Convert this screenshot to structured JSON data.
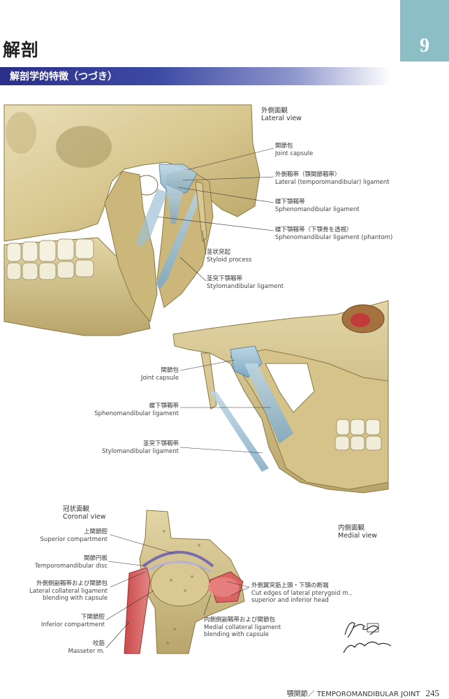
{
  "header": {
    "chapter_title": "解剖",
    "chapter_number": "9",
    "section_title": "解剖学的特徴（つづき）",
    "tab_color": "#8cbfc5",
    "section_bar_color": "#2a2f88"
  },
  "lateral": {
    "view_jp": "外側面観",
    "view_en": "Lateral view",
    "joint_capsule_jp": "関節包",
    "joint_capsule_en": "Joint capsule",
    "lateral_ligament_jp": "外側靱帯（顎関節靱帯）",
    "lateral_ligament_en": "Lateral (temporomandibular) ligament",
    "spheno_jp": "蝶下顎靱帯",
    "spheno_en": "Sphenomandibular ligament",
    "spheno_phantom_jp": "蝶下顎靱帯（下顎骨を透視）",
    "spheno_phantom_en": "Sphenomandibular ligament (phantom)",
    "styloid_jp": "茎状突起",
    "styloid_en": "Styloid process",
    "stylo_jp": "茎突下顎靱帯",
    "stylo_en": "Stylomandibular ligament"
  },
  "medial": {
    "view_jp": "内側面観",
    "view_en": "Medial view",
    "joint_capsule_jp": "関節包",
    "joint_capsule_en": "Joint capsule",
    "spheno_jp": "蝶下顎靱帯",
    "spheno_en": "Sphenomandibular ligament",
    "stylo_jp": "茎突下顎靱帯",
    "stylo_en": "Stylomandibular ligament"
  },
  "coronal": {
    "view_jp": "冠状面観",
    "view_en": "Coronal view",
    "superior_jp": "上関節腔",
    "superior_en": "Superior compartment",
    "disc_jp": "関節円板",
    "disc_en": "Temporomandibular disc",
    "lateral_collateral_jp": "外側側副靱帯および関節包",
    "lateral_collateral_en1": "Lateral collateral ligament",
    "lateral_collateral_en2": "blending with capsule",
    "inferior_jp": "下関節腔",
    "inferior_en": "Inferior compartment",
    "masseter_jp": "咬筋",
    "masseter_en": "Masseter m.",
    "pterygoid_jp": "外側翼突筋上頭・下頭の断端",
    "pterygoid_en1": "Cut edges of lateral pterygoid m.,",
    "pterygoid_en2": "superior and inferior head",
    "medial_collateral_jp": "内側側副靱帯および関節包",
    "medial_collateral_en1": "Medial collateral ligament",
    "medial_collateral_en2": "blending with capsule"
  },
  "footer": {
    "running_title": "顎関節／ TEMPOROMANDIBULAR JOINT",
    "page_number": "245"
  }
}
